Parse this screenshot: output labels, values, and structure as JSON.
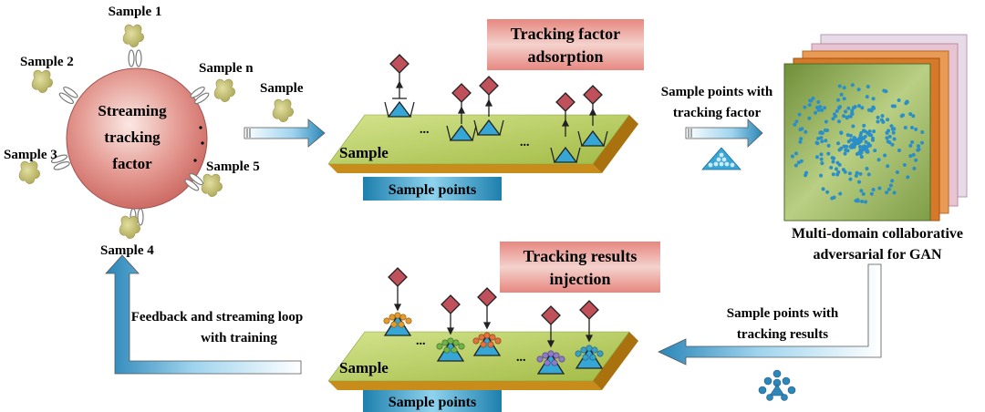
{
  "factor": {
    "line1": "Streaming",
    "line2": "tracking",
    "line3": "factor"
  },
  "samples": {
    "s1": "Sample 1",
    "s2": "Sample 2",
    "s3": "Sample 3",
    "s4": "Sample 4",
    "s5": "Sample 5",
    "sn": "Sample n",
    "incoming": "Sample"
  },
  "top_section": {
    "adsorption_line1": "Tracking factor",
    "adsorption_line2": "adsorption",
    "plate_label": "Sample",
    "points_label": "Sample points",
    "arrow_line1": "Sample points with",
    "arrow_line2": "tracking factor"
  },
  "gan": {
    "line1": "Multi-domain collaborative",
    "line2": "adversarial for GAN"
  },
  "bottom_section": {
    "injection_line1": "Tracking  results",
    "injection_line2": "injection",
    "plate_label": "Sample",
    "points_label": "Sample points",
    "arrow_line1": "Sample points with",
    "arrow_line2": "tracking results"
  },
  "feedback": {
    "line1": "Feedback and streaming loop",
    "line2": "with training"
  },
  "ellipsis": "...",
  "colors": {
    "plate": "#b9cf62",
    "plate_edge": "#c5901a",
    "banner": "#d9605a",
    "label_bar": "#1f8fb8",
    "diamond": "#c0505a",
    "triangle": "#35a6d6",
    "arrow": "#2c8fc4",
    "gan_panel": "#97b05d",
    "dot": "#2a8fc8"
  }
}
